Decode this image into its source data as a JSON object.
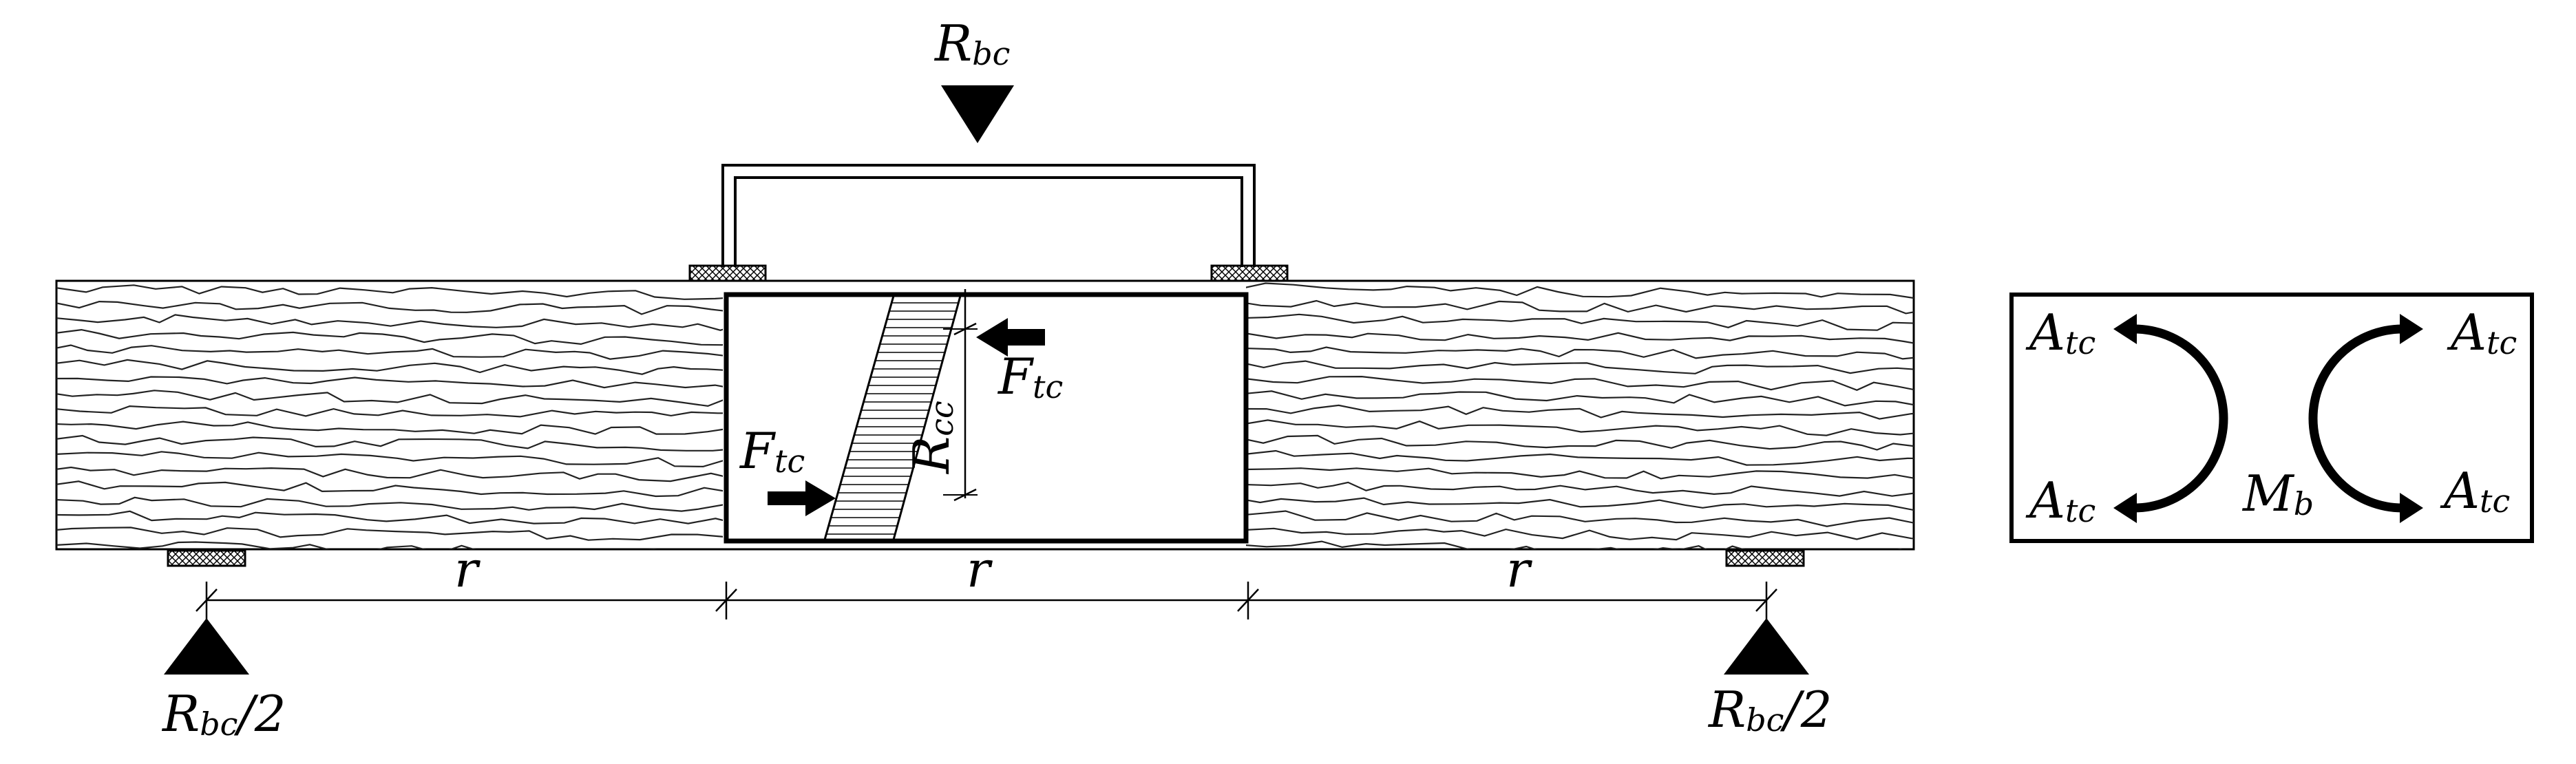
{
  "diagram": {
    "top_load": {
      "main": "R",
      "sub": "bc"
    },
    "left_support": {
      "main": "R",
      "sub": "bc",
      "suffix": "/2"
    },
    "right_support": {
      "main": "R",
      "sub": "bc",
      "suffix": "/2"
    },
    "force_lower": {
      "main": "F",
      "sub": "tc"
    },
    "force_upper": {
      "main": "F",
      "sub": "tc"
    },
    "stress_height": {
      "main": "R",
      "sub": "cc"
    },
    "spans": [
      "r",
      "r",
      "r"
    ]
  },
  "moment_box": {
    "top_left": {
      "main": "A",
      "sub": "tc"
    },
    "bottom_left": {
      "main": "A",
      "sub": "tc"
    },
    "top_right": {
      "main": "A",
      "sub": "tc"
    },
    "bottom_right": {
      "main": "A",
      "sub": "tc"
    },
    "center": {
      "main": "M",
      "sub": "b"
    }
  }
}
